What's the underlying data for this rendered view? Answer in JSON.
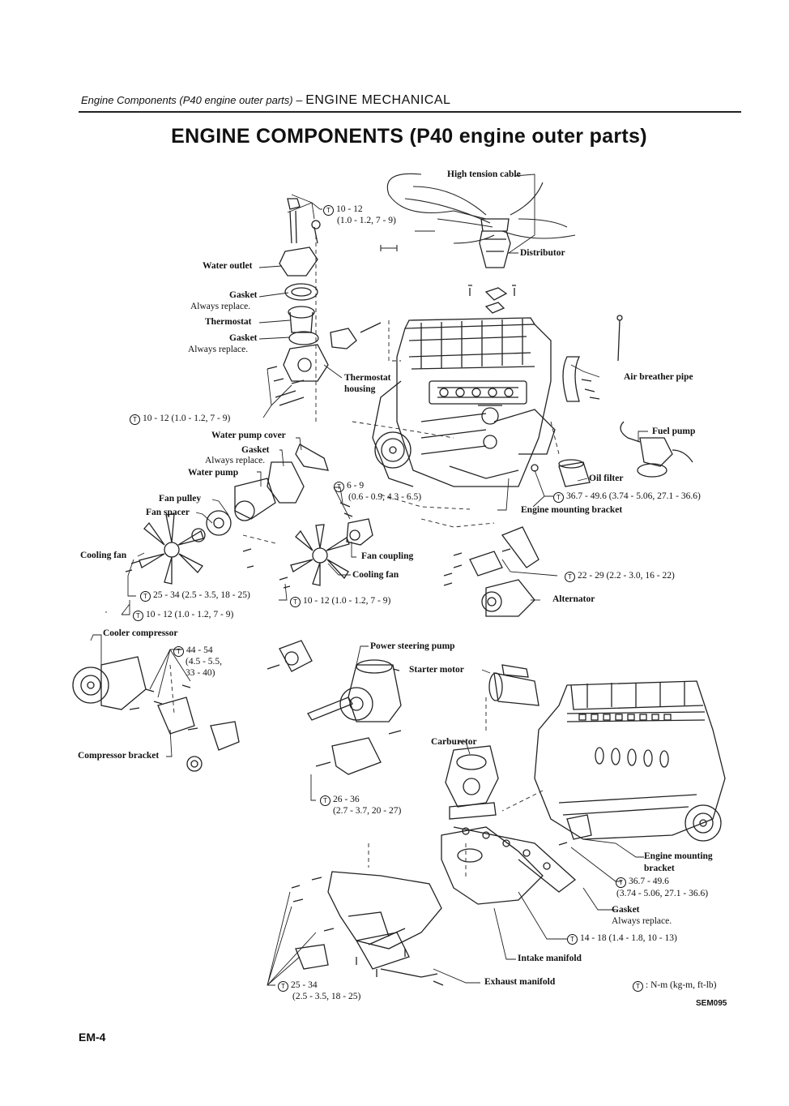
{
  "header": {
    "running_title": "Engine Components (P40 engine outer parts)",
    "dash": "–",
    "section": "ENGINE MECHANICAL"
  },
  "title": "ENGINE COMPONENTS (P40 engine outer parts)",
  "torque_symbol": "T",
  "labels": {
    "high_tension_cable": "High tension cable",
    "distributor": "Distributor",
    "water_outlet": "Water outlet",
    "gasket": "Gasket",
    "always_replace": "Always replace.",
    "gasket_always_replace": "Always replace.",
    "thermostat": "Thermostat",
    "thermostat_housing_1": "Thermostat",
    "thermostat_housing_2": "housing",
    "air_breather_pipe": "Air breather pipe",
    "fuel_pump": "Fuel pump",
    "water_pump_cover": "Water pump cover",
    "water_pump": "Water pump",
    "oil_filter": "Oil filter",
    "fan_pulley": "Fan pulley",
    "fan_spacer": "Fan spacer",
    "engine_mounting_bracket": "Engine mounting  bracket",
    "cooling_fan": "Cooling fan",
    "fan_coupling": "Fan coupling",
    "cooling_fan_2": "Cooling fan",
    "alternator": "Alternator",
    "cooler_compressor": "Cooler compressor",
    "power_steering_pump": "Power steering pump",
    "starter_motor": "Starter motor",
    "compressor_bracket": "Compressor bracket",
    "carburetor": "Carburetor",
    "engine_mounting_bracket_2a": "Engine mounting",
    "engine_mounting_bracket_2b": "bracket",
    "intake_manifold": "Intake manifold",
    "exhaust_manifold": "Exhaust manifold"
  },
  "torques": {
    "t1_a": "10 - 12",
    "t1_b": "(1.0 - 1.2, 7 - 9)",
    "t2": "10 - 12 (1.0 - 1.2, 7 - 9)",
    "t3_a": "6 - 9",
    "t3_b": "(0.6 - 0.9, 4.3 - 6.5)",
    "t4": "36.7 - 49.6 (3.74 - 5.06, 27.1 - 36.6)",
    "t5": "22 - 29 (2.2 - 3.0, 16 - 22)",
    "t6": "25 - 34 (2.5 - 3.5, 18 - 25)",
    "t7": "10 - 12 (1.0 - 1.2, 7 - 9)",
    "t8": "10 - 12 (1.0 - 1.2, 7 - 9)",
    "t9_a": "44 - 54",
    "t9_b": "(4.5 - 5.5,",
    "t9_c": "33 - 40)",
    "t10_a": "26 - 36",
    "t10_b": "(2.7 - 3.7, 20 - 27)",
    "t11_a": "36.7 - 49.6",
    "t11_b": "(3.74 - 5.06, 27.1 - 36.6)",
    "t12": "14 - 18 (1.4 - 1.8, 10 - 13)",
    "t13_a": "25 - 34",
    "t13_b": "(2.5 - 3.5, 18 - 25)"
  },
  "legend": ": N-m (kg-m, ft-lb)",
  "figure_code": "SEM095",
  "page_number": "EM-4"
}
